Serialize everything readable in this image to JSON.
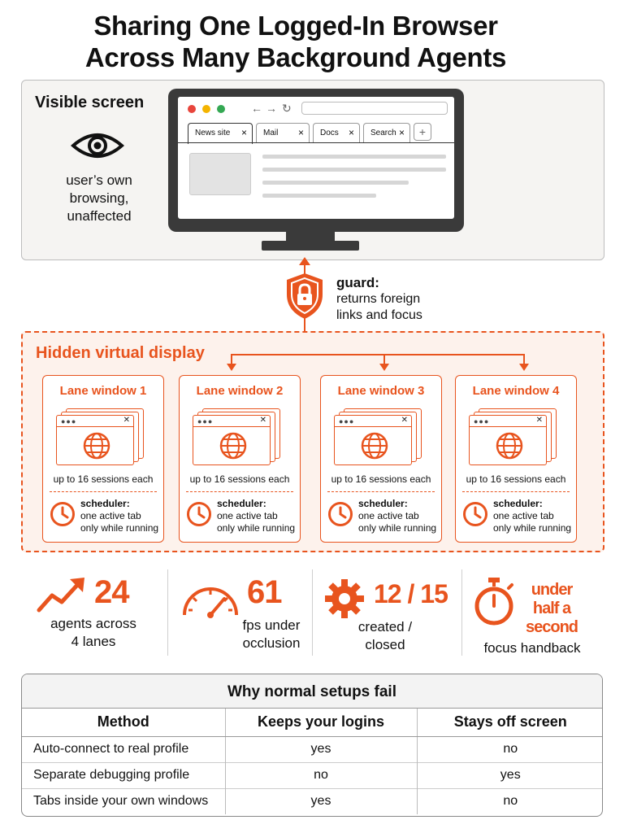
{
  "title": {
    "line1": "Sharing One Logged-In Browser",
    "line2": "Across Many Background Agents"
  },
  "visible_screen": {
    "label": "Visible screen",
    "eye_icon": "eye-icon",
    "user_text": "user’s own browsing, unaffected",
    "browser": {
      "tabs": [
        "News site",
        "Mail",
        "Docs",
        "Search"
      ],
      "new_tab": "+",
      "close": "×",
      "window_dot_colors": [
        "#e8453c",
        "#f4b400",
        "#34a853"
      ]
    }
  },
  "guard": {
    "label": "guard:",
    "text": "returns foreign links and focus",
    "icon": "shield-lock-icon"
  },
  "hidden_display": {
    "label": "Hidden virtual display",
    "lanes": [
      {
        "title": "Lane window 1",
        "sessions": "up to 16 sessions each",
        "scheduler_label": "scheduler:",
        "scheduler_text_1": "one active tab",
        "scheduler_text_2": "only while running"
      },
      {
        "title": "Lane window 2",
        "sessions": "up to 16 sessions each",
        "scheduler_label": "scheduler:",
        "scheduler_text_1": "one active tab",
        "scheduler_text_2": "only while running"
      },
      {
        "title": "Lane window 3",
        "sessions": "up to 16 sessions each",
        "scheduler_label": "scheduler:",
        "scheduler_text_1": "one active tab",
        "scheduler_text_2": "only while running"
      },
      {
        "title": "Lane window 4",
        "sessions": "up to 16 sessions each",
        "scheduler_label": "scheduler:",
        "scheduler_text_1": "one active tab",
        "scheduler_text_2": "only while running"
      }
    ]
  },
  "stats": [
    {
      "icon": "trend-up-icon",
      "value": "24",
      "label_1": "agents across",
      "label_2": "4 lanes"
    },
    {
      "icon": "speedometer-icon",
      "value": "61",
      "label_1": "fps under",
      "label_2": "occlusion"
    },
    {
      "icon": "gear-icon",
      "value": "12 / 15",
      "label_1": "created /",
      "label_2": "closed"
    },
    {
      "icon": "stopwatch-icon",
      "value_1": "under",
      "value_2": "half a",
      "value_3": "second",
      "label_1": "focus handback"
    }
  ],
  "table": {
    "title": "Why normal setups fail",
    "headers": [
      "Method",
      "Keeps your logins",
      "Stays off screen"
    ],
    "rows": [
      [
        "Auto-connect to real profile",
        "yes",
        "no"
      ],
      [
        "Separate debugging profile",
        "no",
        "yes"
      ],
      [
        "Tabs inside your own windows",
        "yes",
        "no"
      ]
    ]
  },
  "colors": {
    "accent": "#e8541e",
    "panel_gray": "#f5f4f2",
    "panel_orange": "#fdf2ec"
  }
}
